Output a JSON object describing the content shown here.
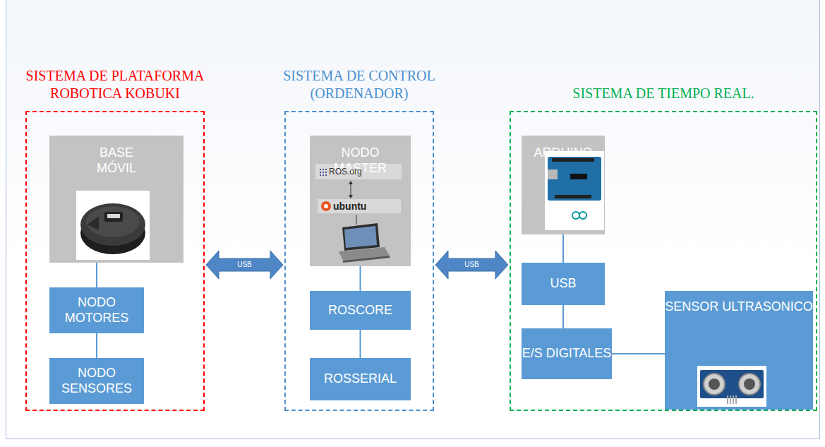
{
  "diagram": {
    "nodes": [
      {
        "text": [
          "SISTEMA DE PLATAFORMA ROBOTICA KOBUKI"
        ]
      },
      {
        "text": [
          "BASE MÓVIL"
        ],
        "in": 0
      },
      {
        "text": [
          "NODO MOTORES"
        ],
        "in": 0
      },
      {
        "text": [
          "NODO SENSORES"
        ],
        "in": 0
      },
      {
        "text": [
          "SISTEMA DE CONTROL (ORDENADOR)"
        ]
      },
      {
        "text": [
          "NODO MASTER"
        ],
        "in": 4
      },
      {
        "text": [
          "ROSCORE"
        ],
        "in": 4
      },
      {
        "text": [
          "ROSSERIAL"
        ],
        "in": 4
      },
      {
        "text": [
          "SISTEMA DE TIEMPO REAL."
        ]
      },
      {
        "text": [
          "ARDUINO"
        ],
        "in": 8
      },
      {
        "text": [
          "USB"
        ],
        "in": 8
      },
      {
        "text": [
          "E/S DIGITALES"
        ],
        "in": 8
      },
      {
        "text": [
          "SENSOR ULTRASONICO"
        ],
        "in": 8
      }
    ],
    "edges": [
      {
        "from": 1,
        "to": 2,
        "arrow": "none"
      },
      {
        "from": 2,
        "to": 3,
        "arrow": "none"
      },
      {
        "from": 5,
        "to": 6,
        "arrow": "none"
      },
      {
        "from": 6,
        "to": 7,
        "arrow": "none"
      },
      {
        "from": 9,
        "to": 10,
        "arrow": "none"
      },
      {
        "from": 10,
        "to": 11,
        "arrow": "none"
      },
      {
        "from": 11,
        "to": 12,
        "arrow": "none"
      },
      {
        "from": 0,
        "to": 4,
        "label": "USB",
        "arrow": "both"
      },
      {
        "from": 4,
        "to": 8,
        "label": "USB",
        "arrow": "both"
      }
    ],
    "labels": [
      "ROS.org",
      "ubuntu"
    ]
  }
}
